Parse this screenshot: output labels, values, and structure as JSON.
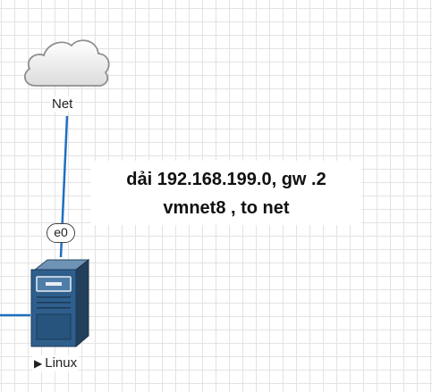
{
  "nodes": {
    "cloud": {
      "label": "Net",
      "icon": "cloud-icon"
    },
    "server": {
      "label": "Linux",
      "icon": "server-icon",
      "status_glyph": "▶"
    }
  },
  "interface": {
    "label": "e0"
  },
  "note": {
    "line1": "dải 192.168.199.0, gw .2",
    "line2": "vmnet8 , to net"
  },
  "colors": {
    "link": "#1f6fc0",
    "server_body": "#2e5f8c",
    "grid": "#e3e3e3"
  }
}
